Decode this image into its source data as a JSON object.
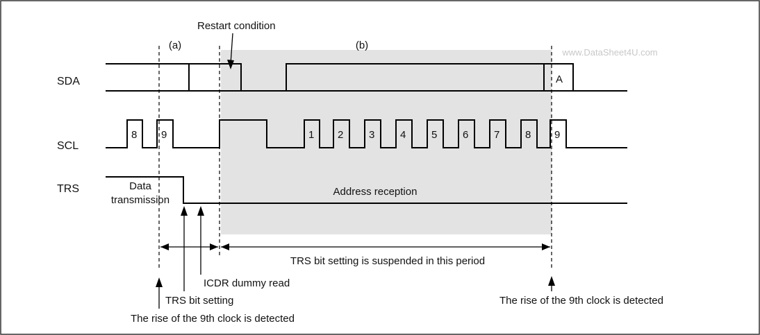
{
  "labels": {
    "restart": "Restart condition",
    "a": "(a)",
    "b": "(b)",
    "watermark": "www.DataSheet4U.com",
    "sda": "SDA",
    "scl": "SCL",
    "trs": "TRS",
    "sda_ack": "A",
    "data_line1": "Data",
    "data_line2": "transmission",
    "address_reception": "Address reception",
    "suspended": "TRS bit setting is suspended in this period",
    "icdr": "ICDR dummy read",
    "trs_setting": "TRS bit setting",
    "rise_left": "The rise of the 9th clock is detected",
    "rise_right": "The rise of the 9th clock is detected"
  },
  "scl_pulses": [
    "8",
    "9",
    "1",
    "2",
    "3",
    "4",
    "5",
    "6",
    "7",
    "8",
    "9"
  ],
  "colors": {
    "shade": "#e3e3e3",
    "line": "#000000",
    "border": "#333333"
  }
}
